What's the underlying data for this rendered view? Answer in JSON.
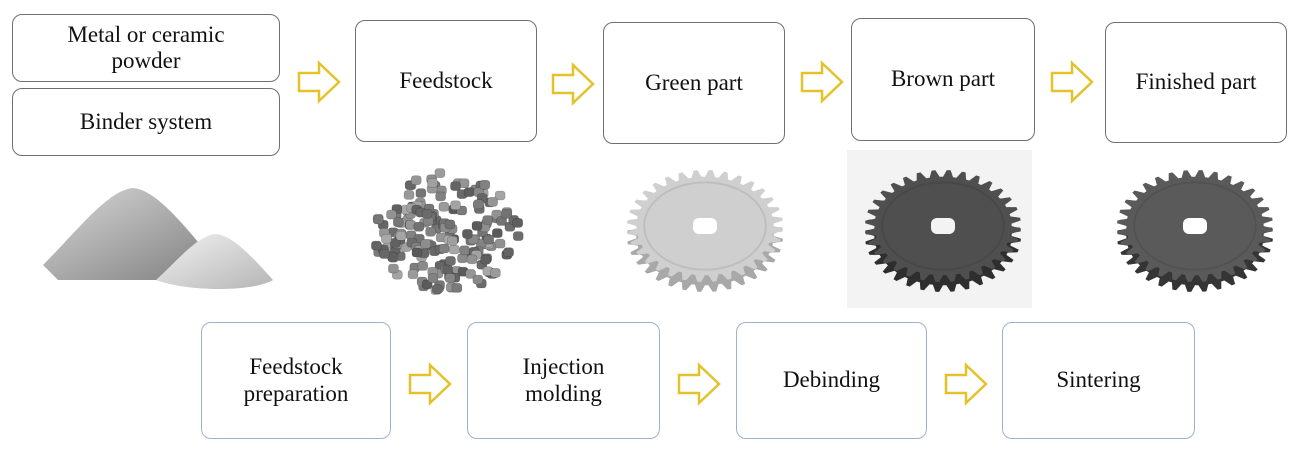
{
  "inputs": {
    "powder_label": "Metal or ceramic powder",
    "binder_label": "Binder system"
  },
  "stages": [
    {
      "label": "Feedstock"
    },
    {
      "label": "Green part"
    },
    {
      "label": "Brown part"
    },
    {
      "label": "Finished part"
    }
  ],
  "processes": [
    {
      "label": "Feedstock preparation"
    },
    {
      "label": "Injection molding"
    },
    {
      "label": "Debinding"
    },
    {
      "label": "Sintering"
    }
  ],
  "colors": {
    "arrow_fill": "#ffffff",
    "arrow_stroke": "#e3c22a",
    "top_box_border": "#6f6f6f",
    "bottom_box_border": "#9db3cc",
    "green_part": "#c9c9c9",
    "brown_part": "#4a4a4a",
    "finished_part": "#555555"
  }
}
